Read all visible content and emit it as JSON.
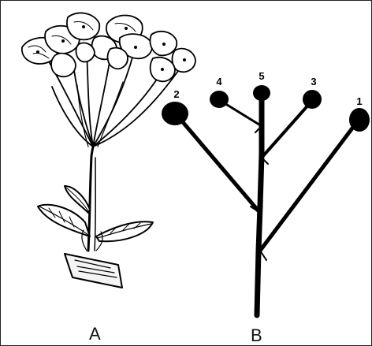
{
  "figure": {
    "panel_a_label": "A",
    "panel_b_label": "B",
    "node_labels": [
      "1",
      "2",
      "3",
      "4",
      "5"
    ]
  },
  "colors": {
    "ink": "#000000",
    "background": "#ffffff"
  }
}
